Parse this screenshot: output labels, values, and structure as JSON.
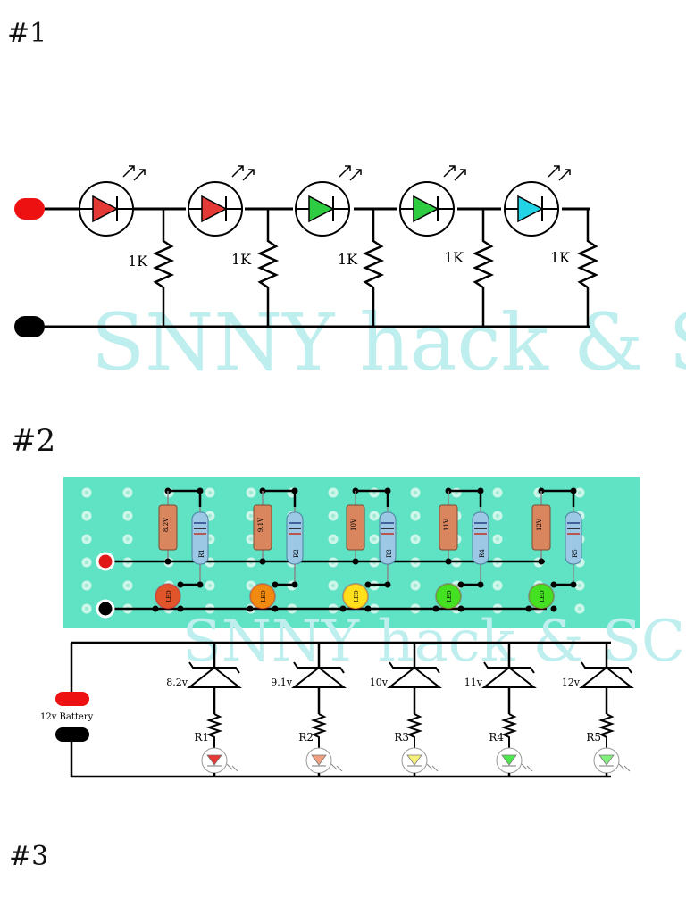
{
  "sections": {
    "one_label": "#1",
    "two_label": "#2",
    "three_label": "#3"
  },
  "watermark": {
    "text": "SNNY hack & SCI",
    "color": "#bfeeee"
  },
  "circuit1": {
    "resistor_label": "1K",
    "leds": [
      {
        "color": "#e53935"
      },
      {
        "color": "#e53935"
      },
      {
        "color": "#2ecc40"
      },
      {
        "color": "#2ecc40"
      },
      {
        "color": "#22d3e6"
      }
    ]
  },
  "circuit2": {
    "board_color": "#5fe3c4",
    "zeners": [
      {
        "board_label": "8.2V",
        "resistor_label": "R1",
        "led_label": "LED",
        "led_color": "#e0552a"
      },
      {
        "board_label": "9.1V",
        "resistor_label": "R2",
        "led_label": "LED",
        "led_color": "#f08a10"
      },
      {
        "board_label": "10V",
        "resistor_label": "R3",
        "led_label": "LED",
        "led_color": "#ffe01a"
      },
      {
        "board_label": "11V",
        "resistor_label": "R4",
        "led_label": "LED",
        "led_color": "#44e022"
      },
      {
        "board_label": "12V",
        "resistor_label": "R5",
        "led_label": "LED",
        "led_color": "#44e022"
      }
    ]
  },
  "circuit3": {
    "battery_label": "12v Battery",
    "branches": [
      {
        "zener_label": "8.2v",
        "resistor_label": "R1",
        "led_color": "#e53935"
      },
      {
        "zener_label": "9.1v",
        "resistor_label": "R2",
        "led_color": "#f0a080"
      },
      {
        "zener_label": "10v",
        "resistor_label": "R3",
        "led_color": "#f6f07a"
      },
      {
        "zener_label": "11v",
        "resistor_label": "R4",
        "led_color": "#4de84d"
      },
      {
        "zener_label": "12v",
        "resistor_label": "R5",
        "led_color": "#7ff07a"
      }
    ]
  }
}
